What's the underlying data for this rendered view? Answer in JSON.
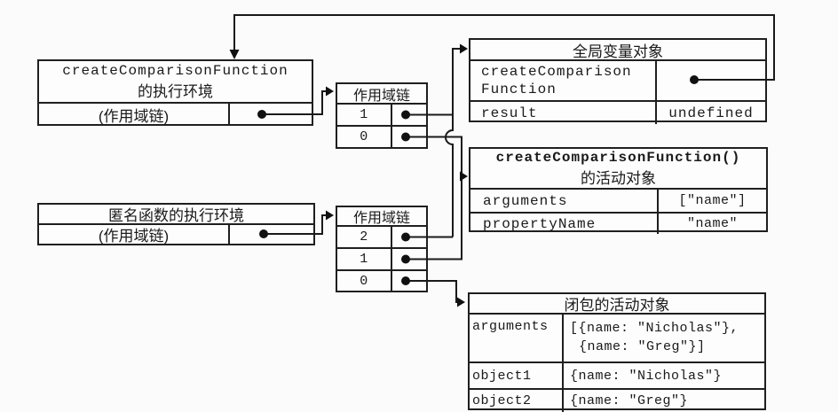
{
  "boxes": {
    "ctx_create": {
      "title_code": "createComparisonFunction",
      "title_cjk": "的执行环境",
      "scope_label": "(作用域链)"
    },
    "ctx_anon": {
      "title": "匿名函数的执行环境",
      "scope_label": "(作用域链)"
    },
    "chain_upper": {
      "title": "作用域链",
      "slots": [
        "1",
        "0"
      ]
    },
    "chain_lower": {
      "title": "作用域链",
      "slots": [
        "2",
        "1",
        "0"
      ]
    },
    "global_obj": {
      "title": "全局变量对象",
      "fn_key_line1": "createComparison",
      "fn_key_line2": "Function",
      "result_key": "result",
      "result_value": "undefined"
    },
    "activation_obj": {
      "title_code": "createComparisonFunction()",
      "title_cjk": "的活动对象",
      "rows": [
        {
          "key": "arguments",
          "value": "[\"name\"]"
        },
        {
          "key": "propertyName",
          "value": "\"name\""
        }
      ]
    },
    "closure_obj": {
      "title": "闭包的活动对象",
      "args_key": "arguments",
      "args_value_line1": "[{name: \"Nicholas\"},",
      "args_value_line2": "{name: \"Greg\"}]",
      "rows": [
        {
          "key": "object1",
          "value": "{name: \"Nicholas\"}"
        },
        {
          "key": "object2",
          "value": "{name: \"Greg\"}"
        }
      ]
    }
  }
}
